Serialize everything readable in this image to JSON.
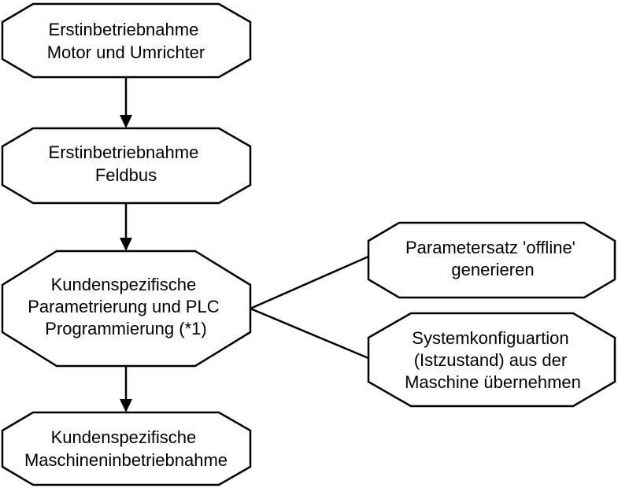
{
  "nodes": {
    "motor": {
      "lines": [
        "Erstinbetriebnahme",
        "Motor und Umrichter"
      ]
    },
    "feldbus": {
      "lines": [
        "Erstinbetriebnahme",
        "Feldbus"
      ]
    },
    "param": {
      "lines": [
        "Kundenspezifische",
        "Parametrierung und PLC",
        "Programmierung (*1)"
      ]
    },
    "maschine": {
      "lines": [
        "Kundenspezifische",
        "Maschineninbetriebnahme"
      ]
    },
    "offline": {
      "lines": [
        "Parametersatz 'offline'",
        "generieren"
      ]
    },
    "system": {
      "lines": [
        "Systemkonfiguartion",
        "(Istzustand) aus der",
        "Maschine übernehmen"
      ]
    }
  },
  "colors": {
    "stroke": "#000000",
    "fill": "#ffffff",
    "text": "#000000"
  }
}
